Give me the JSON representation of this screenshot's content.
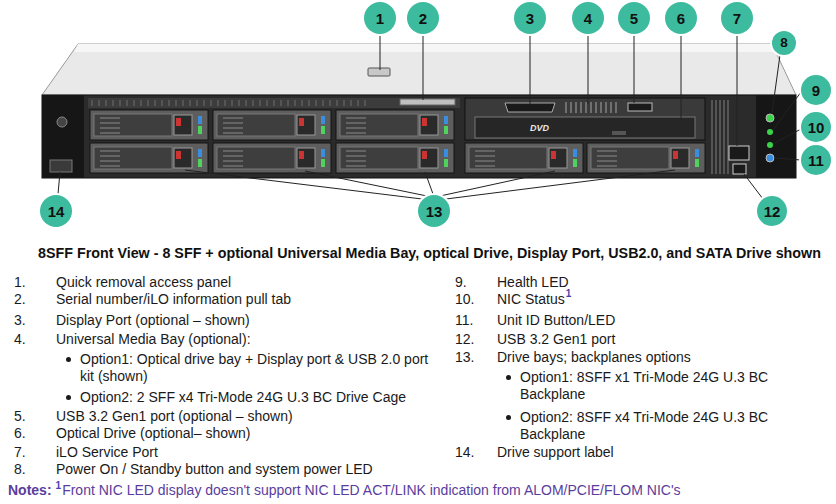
{
  "diagram": {
    "caption": "8SFF Front View - 8 SFF + optional Universal Media Bay, optical Drive, Display Port, USB2.0, and SATA Drive shown",
    "nodes": [
      {
        "text": [
          "1"
        ]
      },
      {
        "text": [
          "2"
        ]
      },
      {
        "text": [
          "3"
        ]
      },
      {
        "text": [
          "4"
        ]
      },
      {
        "text": [
          "5"
        ]
      },
      {
        "text": [
          "6"
        ]
      },
      {
        "text": [
          "7"
        ]
      },
      {
        "text": [
          "8"
        ]
      },
      {
        "text": [
          "9"
        ]
      },
      {
        "text": [
          "10"
        ]
      },
      {
        "text": [
          "11"
        ]
      },
      {
        "text": [
          "12"
        ]
      },
      {
        "text": [
          "13"
        ]
      },
      {
        "text": [
          "14"
        ]
      }
    ],
    "labels": [
      "DVD",
      "1.",
      "Quick removal access panel",
      "2.",
      "Serial number/iLO information pull tab",
      "3.",
      "Display Port (optional – shown)",
      "4.",
      "Universal Media Bay (optional):",
      "Option1: Optical drive bay + Display port & USB 2.0 port kit (shown)",
      "Option2: 2 SFF x4 Tri-Mode 24G U.3 BC Drive Cage",
      "5.",
      "USB 3.2 Gen1 port (optional – shown)",
      "6.",
      "Optical Drive (optional– shown)",
      "7.",
      "iLO Service Port",
      "8.",
      "Power On / Standby button and system power LED",
      "9.",
      "Health LED",
      "10.",
      "NIC Status",
      "1",
      "11.",
      "Unit ID Button/LED",
      "12.",
      "USB 3.2 Gen1 port",
      "13.",
      "Drive bays; backplanes options",
      "Option1: 8SFF x1 Tri-Mode 24G U.3 BC Backplane",
      "Option2: 8SFF x4 Tri-Mode 24G U.3 BC Backplane",
      "14.",
      "Drive support label",
      "Notes:",
      "1",
      "Front NIC LED display doesn't support NIC LED ACT/LINK indication from ALOM/PCIE/FLOM NIC's"
    ]
  }
}
